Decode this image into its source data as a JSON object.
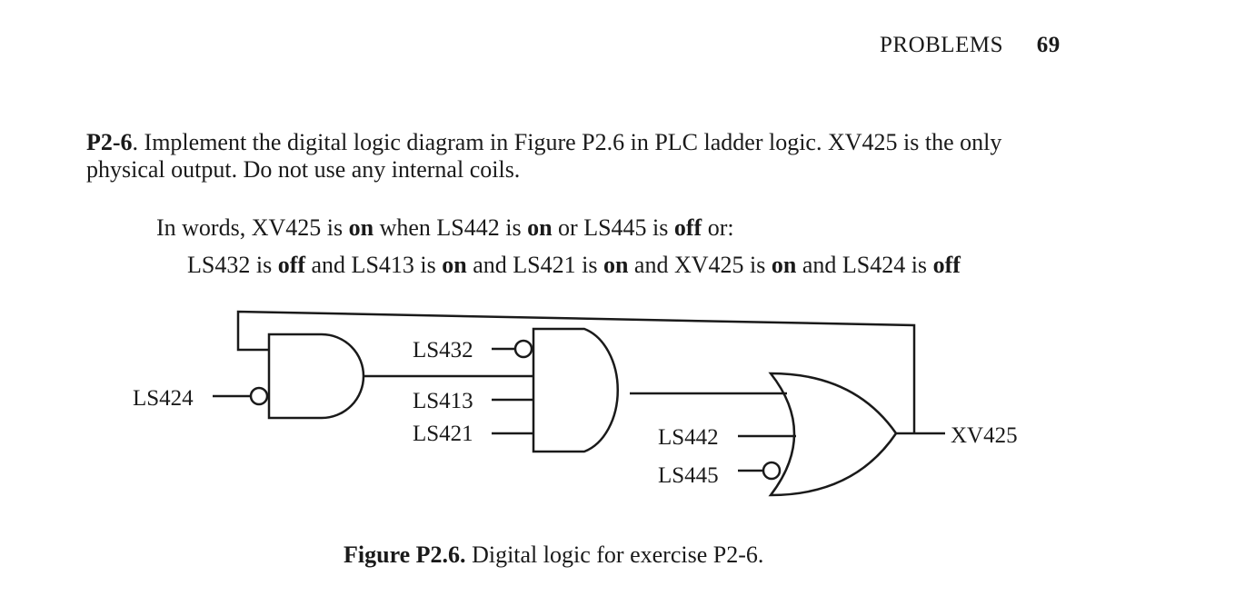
{
  "header": {
    "section": "PROBLEMS",
    "page_number": "69"
  },
  "problem": {
    "id": "P2-6",
    "text": ". Implement the digital logic diagram in Figure P2.6 in PLC ladder logic. XV425 is the only physical output. Do not use any internal coils."
  },
  "words": {
    "line1": {
      "p1": "In words, XV425 is ",
      "on1": "on",
      "p2": " when LS442 is ",
      "on2": "on",
      "p3": " or LS445 is ",
      "off1": "off",
      "p4": " or:"
    },
    "line2": {
      "p1": "LS432 is ",
      "off1": "off",
      "p2": " and LS413 is ",
      "on1": "on",
      "p3": " and LS421 is ",
      "on2": "on",
      "p4": " and XV425 is ",
      "on3": "on",
      "p5": " and LS424 is ",
      "off2": "off"
    }
  },
  "diagram": {
    "labels": {
      "ls424": "LS424",
      "ls432": "LS432",
      "ls413": "LS413",
      "ls421": "LS421",
      "ls442": "LS442",
      "ls445": "LS445",
      "xv425": "XV425"
    }
  },
  "caption": {
    "label": "Figure P2.6.",
    "text": " Digital logic for exercise P2-6."
  }
}
